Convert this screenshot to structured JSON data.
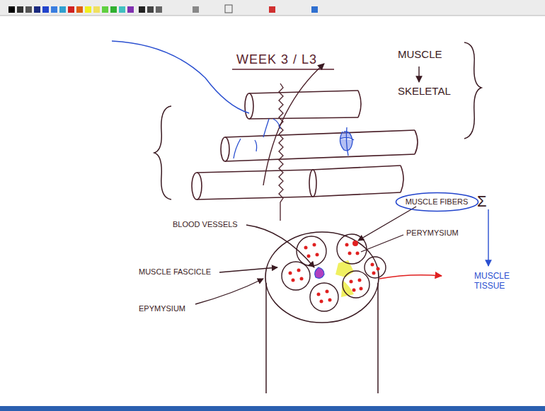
{
  "diagram": {
    "title": "WEEK 3 / L3",
    "nodes": [
      {
        "text": [
          "MUSCLE FIBERS"
        ]
      }
    ],
    "labels": [
      "MUSCLE",
      "SKELETAL",
      "BLOOD VESSELS",
      "PERYMYSIUM",
      "MUSCLE FASCICLE",
      "EPYMYSIUM",
      "Σ",
      "MUSCLE TISSUE"
    ]
  }
}
